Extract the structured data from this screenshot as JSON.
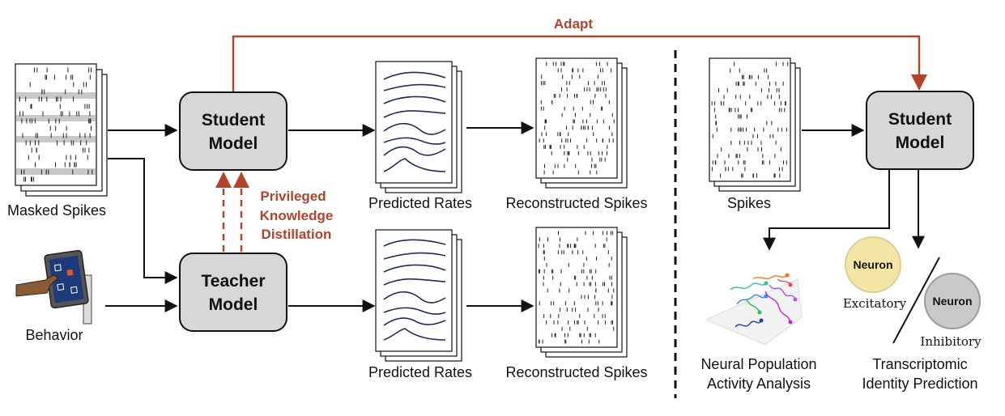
{
  "colors": {
    "accent": "#b3432a",
    "box_fill": "#d7d7d7",
    "excitatory": "#f3e6a5",
    "inhibitory": "#c9c9c9",
    "line": "#111111"
  },
  "adapt_label": "Adapt",
  "distill_label": [
    "Privileged",
    "Knowledge",
    "Distillation"
  ],
  "student_box": [
    "Student",
    "Model"
  ],
  "teacher_box": [
    "Teacher",
    "Model"
  ],
  "student_box_right": [
    "Student",
    "Model"
  ],
  "inputs": {
    "masked_spikes": "Masked Spikes",
    "behavior": "Behavior",
    "spikes": "Spikes"
  },
  "outputs": {
    "predicted_rates_top": "Predicted Rates",
    "reconstructed_spikes_top": "Reconstructed Spikes",
    "predicted_rates_bottom": "Predicted Rates",
    "reconstructed_spikes_bottom": "Reconstructed Spikes"
  },
  "downstream": {
    "neural_population": [
      "Neural Population",
      "Activity Analysis"
    ],
    "transcriptomic": [
      "Transcriptomic",
      "Identity Prediction"
    ],
    "neuron_label": "Neuron",
    "excitatory": "Excitatory",
    "inhibitory": "Inhibitory"
  },
  "icons": [
    "spike-raster-icon",
    "rate-curves-icon",
    "touchscreen-behavior-icon",
    "trajectory-plot-icon",
    "neuron-circle-icon"
  ]
}
